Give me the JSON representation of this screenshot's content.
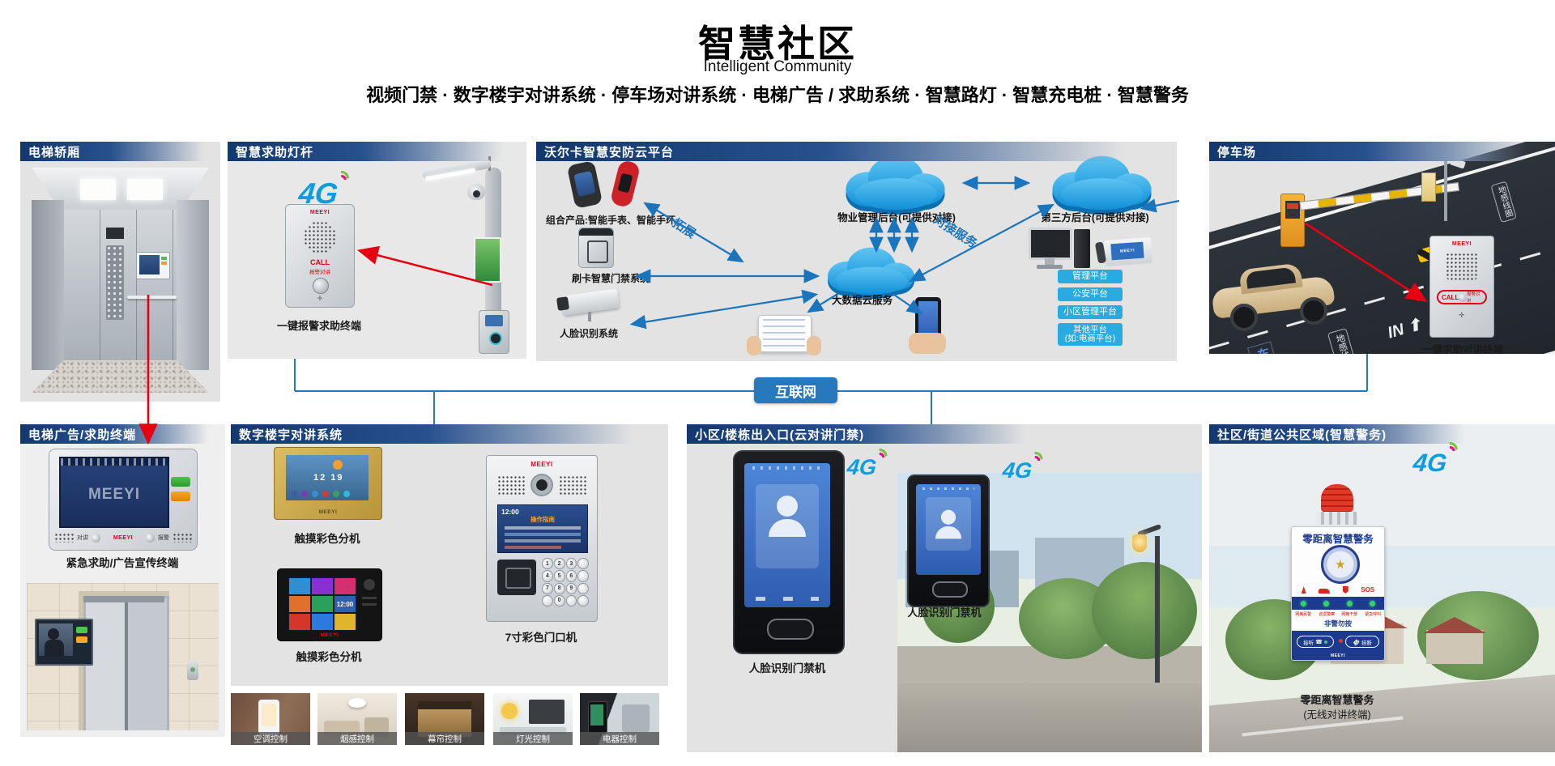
{
  "title": {
    "zh": "智慧社区",
    "en": "Intelligent Community",
    "products": "视频门禁 · 数字楼宇对讲系统 · 停车场对讲系统 · 电梯广告 / 求助系统 · 智慧路灯 · 智慧充电桩 · 智慧警务"
  },
  "internet_badge": "互联网",
  "brand": "MEEYI",
  "g4": "4G",
  "icons": {
    "star": "★",
    "phone": "☎"
  },
  "colors": {
    "accent_blue": "#1b75bc",
    "cloud_blue": "#29abe2",
    "header_navy": "#13386f",
    "alert_red": "#e60012",
    "button_blue": "#29abe2"
  },
  "panels": {
    "elevator_car": {
      "header": "电梯轿厢"
    },
    "help_pole": {
      "header": "智慧求助灯杆",
      "call": "CALL",
      "call_sub": "报警对讲",
      "device_label": "一键报警求助终端"
    },
    "cloud": {
      "header": "沃尔卡智慧安防云平台",
      "wearables_label": "组合产品:智能手表、智能手环",
      "card_label": "刷卡智慧门禁系统",
      "face_label": "人脸识别系统",
      "cloud_property": "物业管理后台(可提供对接)",
      "cloud_bigdata": "大数据云服务",
      "cloud_third": "第三方后台(可提供对接)",
      "arrow_expand": "拓展",
      "arrow_connect": "对接服务",
      "buttons": [
        "管理平台",
        "公安平台",
        "小区管理平台"
      ],
      "button_other_1": "其他平台",
      "button_other_2": "(如:电商平台)"
    },
    "parking": {
      "header": "停车场",
      "zone": "车牌识别区",
      "loop": "地感线圈",
      "in_mark": "IN",
      "call": "CALL",
      "call_sub": "报警对讲",
      "device_label": "一键求助对讲终端"
    },
    "elevator_ad": {
      "header": "电梯广告/求助终端",
      "talk": "对讲",
      "alarm": "报警",
      "device_label": "紧急求助/广告宣传终端"
    },
    "intercom": {
      "header": "数字楼宇对讲系统",
      "label_indoor1": "触摸彩色分机",
      "label_indoor2": "触摸彩色分机",
      "label_door": "7寸彩色门口机",
      "indoor1_time": "12 19",
      "indoor2_time": "12:00",
      "door_time": "12:00",
      "door_guide": "操作指南",
      "keypad": [
        "1",
        "2",
        "3",
        "4",
        "5",
        "6",
        "7",
        "8",
        "9",
        "0"
      ],
      "thumbs": [
        "空调控制",
        "烟感控制",
        "幕帘控制",
        "灯光控制",
        "电器控制"
      ]
    },
    "entrance": {
      "header": "小区/楼栋出入口(云对讲门禁)",
      "label1": "人脸识别门禁机",
      "label2": "人脸识别门禁机"
    },
    "police": {
      "header": "社区/街道公共区域(智慧警务)",
      "device_title": "零距离智慧警务",
      "sos": "SOS",
      "leds": [
        "网格民警",
        "巡逻警察",
        "网格干部",
        "紧急呼叫"
      ],
      "warn": "非警勿按",
      "answer": "接听",
      "hangup": "挂断",
      "caption1": "零距离智慧警务",
      "caption2": "(无线对讲终端)"
    }
  }
}
